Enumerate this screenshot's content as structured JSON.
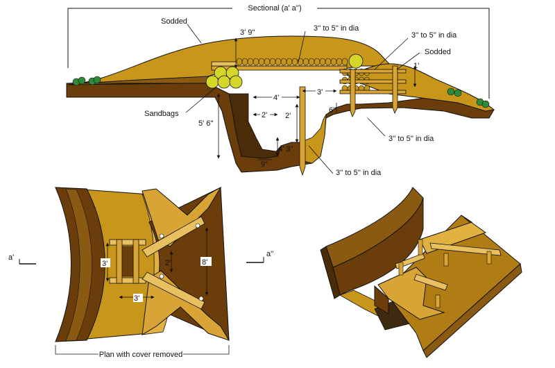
{
  "colors": {
    "earth_top": "#c8961a",
    "earth_dark": "#6a3d0a",
    "earth_mid": "#8a5a12",
    "wood": "#d9a436",
    "wood_light": "#e8c060",
    "sandbag": "#d4d62a",
    "grass": "#2f8a3a",
    "floor_dark": "#3d2a10",
    "dim_line": "#111111"
  },
  "section": {
    "title": "Sectional (a' a'')",
    "labels": {
      "sodded_left": "Sodded",
      "sodded_right": "Sodded",
      "sandbags": "Sandbags",
      "logs_top": "3'' to 5'' in dia",
      "logs_right_top": "3'' to 5'' in dia",
      "posts_right": "3'' to 5'' in dia",
      "post_center": "3'' to 5'' in dia"
    },
    "dims": {
      "cover_height": "3' 9''",
      "right_rise": "1'",
      "floor_width_top": "4'",
      "step_width": "3'",
      "shelf_width": "2'",
      "step_height": "2'",
      "step_drop": "6''",
      "depth": "5' 6''",
      "sump": "4' 3''",
      "floor_inset": "9''"
    }
  },
  "plan": {
    "title": "Plan with cover removed",
    "marker_left": "a'",
    "marker_right": "a''",
    "dims": {
      "width_vertical": "3'",
      "width_horizontal": "3'",
      "opening": "2'",
      "height": "8'"
    }
  }
}
